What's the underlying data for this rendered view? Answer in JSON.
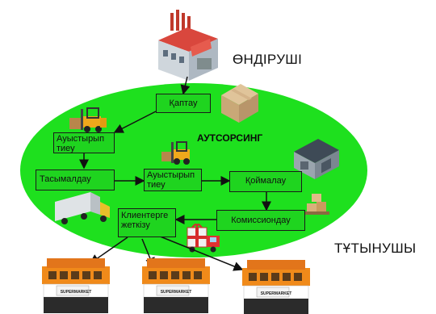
{
  "labels": {
    "producer": "ӨНДІРУШІ",
    "consumer": "ТҰТЫНУШЫ",
    "outsourcing": "АУТСОРСИНГ"
  },
  "steps": {
    "packaging": "Қаптау",
    "loading1": "Ауыстырып тиеу",
    "transport": "Тасымалдау",
    "loading2": "Ауыстырып тиеу",
    "storage": "Қоймалау",
    "commission": "Комиссиондау",
    "delivery": "Клиентерге жеткізу"
  },
  "store_sign": "SUPERMARKET",
  "colors": {
    "ellipse": "#1ee01e",
    "box": "#1fd41f",
    "outline": "#1a1a1a"
  },
  "icons": [
    "factory-icon",
    "box-icon",
    "forklift-icon",
    "truck-icon",
    "warehouse-icon",
    "pallet-icon",
    "gift-truck-icon",
    "supermarket-icon"
  ]
}
